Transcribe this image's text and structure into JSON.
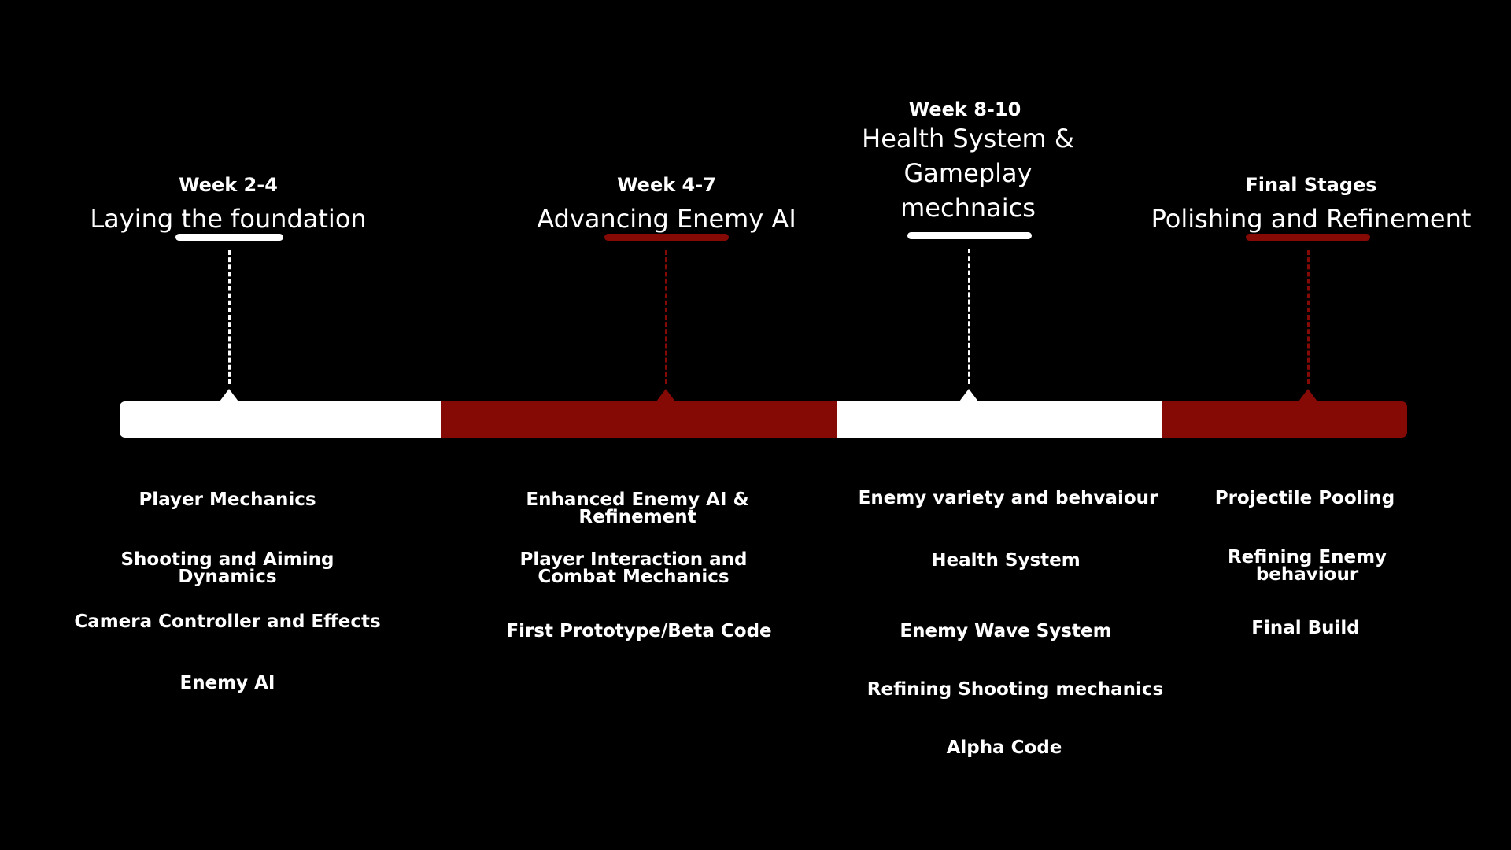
{
  "colors": {
    "background": "#000000",
    "white": "#ffffff",
    "red": "#850a06"
  },
  "phases": [
    {
      "week": "Week 2-4",
      "title": "Laying the foundation",
      "color": "#ffffff",
      "tasks": [
        "Player Mechanics",
        "Shooting and Aiming Dynamics",
        "Camera Controller and Effects",
        "Enemy AI"
      ]
    },
    {
      "week": "Week 4-7",
      "title": "Advancing Enemy AI",
      "color": "#850a06",
      "tasks": [
        "Enhanced Enemy AI & Refinement",
        "Player Interaction and Combat Mechanics",
        "First Prototype/Beta Code"
      ]
    },
    {
      "week": "Week 8-10",
      "title": "Health System & Gameplay mechnaics",
      "color": "#ffffff",
      "tasks": [
        "Enemy variety and behvaiour",
        "Health System",
        "Enemy Wave System",
        "Refining Shooting mechanics",
        "Alpha Code"
      ]
    },
    {
      "week": "Final Stages",
      "title": "Polishing and Refinement",
      "color": "#850a06",
      "tasks": [
        "Projectile Pooling",
        "Refining Enemy behaviour",
        "Final Build"
      ]
    }
  ]
}
